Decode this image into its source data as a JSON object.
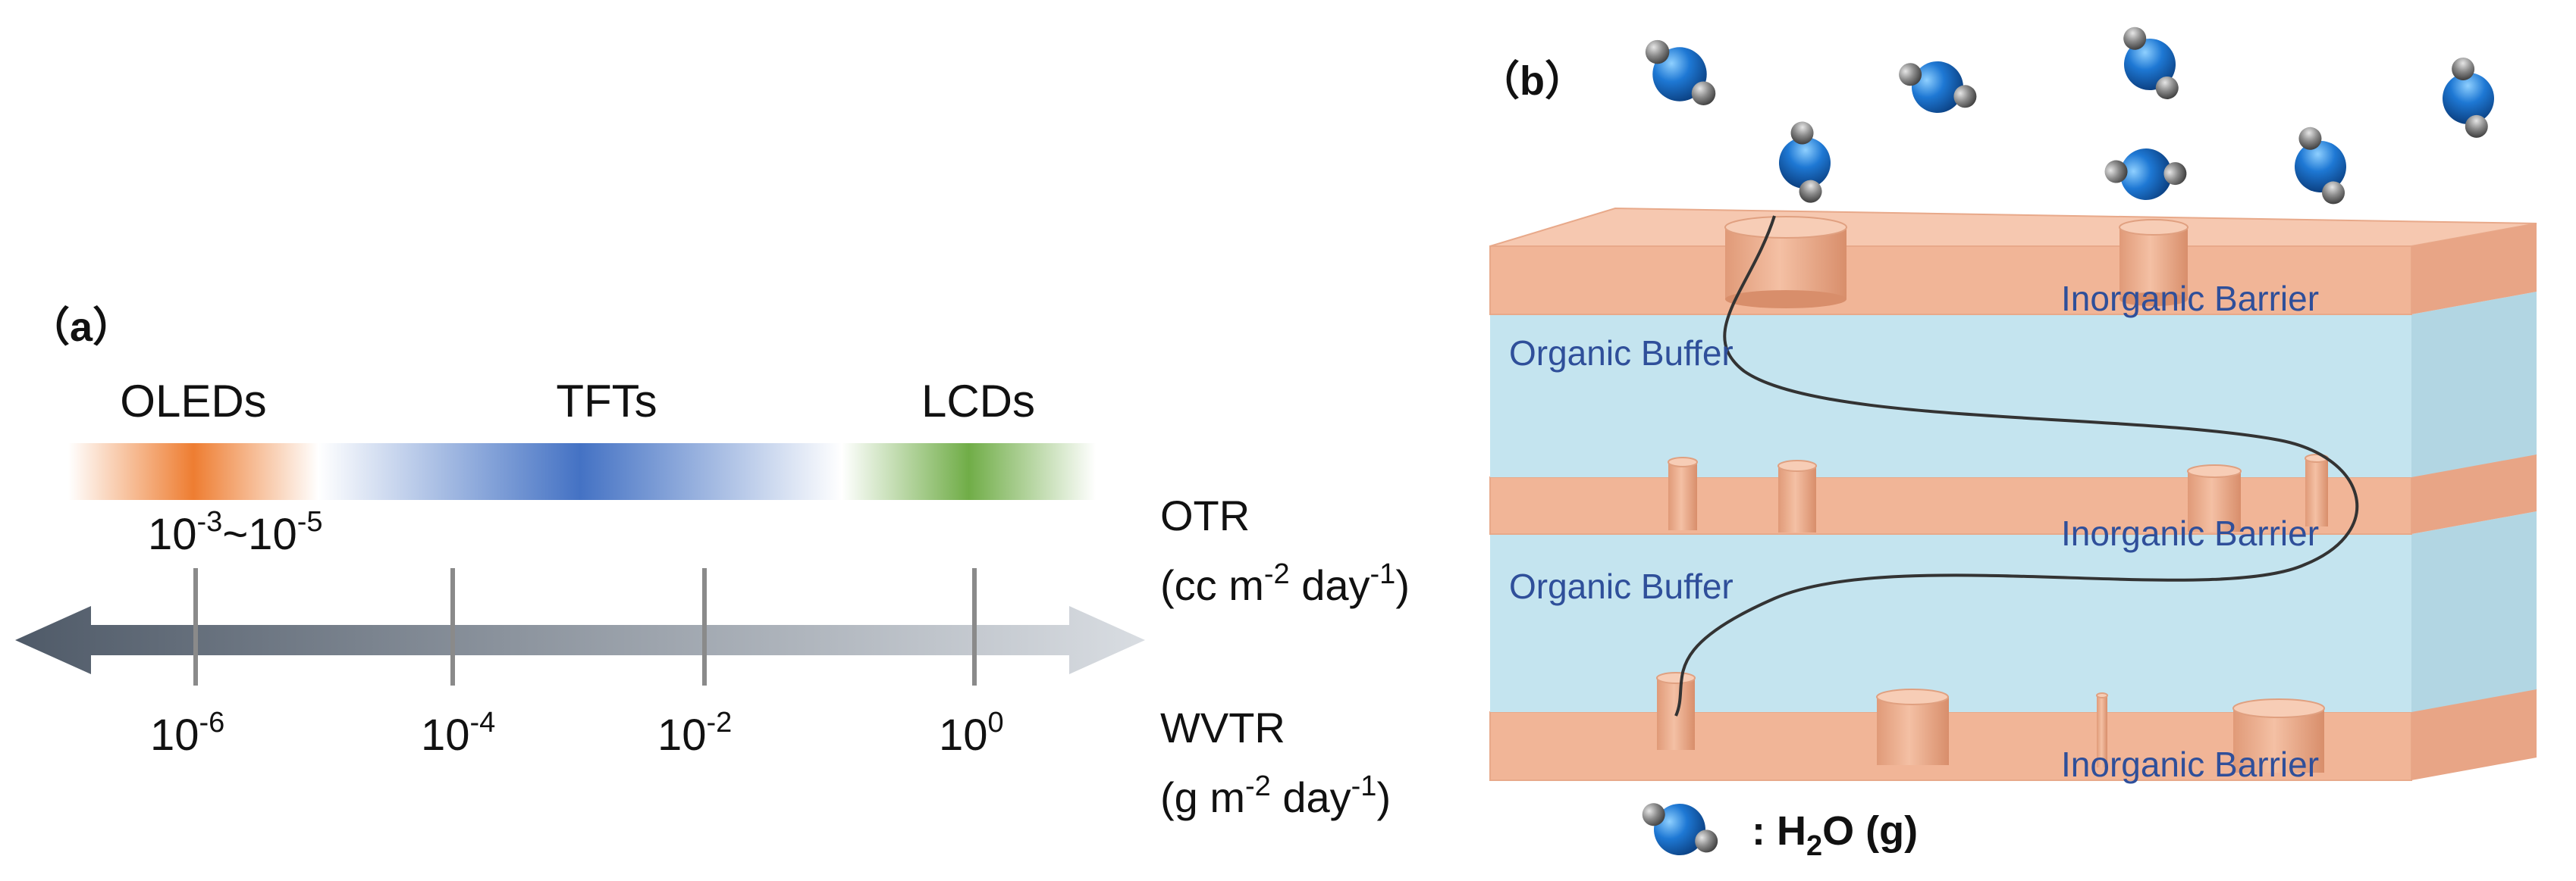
{
  "panel_a": {
    "label": "（a）",
    "categories": [
      {
        "name": "OLEDs",
        "color": "#ee7d31"
      },
      {
        "name": "TFTs",
        "color": "#4472c4"
      },
      {
        "name": "LCDs",
        "color": "#70ad47"
      }
    ],
    "oled_range": {
      "base": "10",
      "exp1": "-3",
      "sep": "~10",
      "exp2": "-5"
    },
    "ticks": [
      {
        "base": "10",
        "exp": "-6"
      },
      {
        "base": "10",
        "exp": "-4"
      },
      {
        "base": "10",
        "exp": "-2"
      },
      {
        "base": "10",
        "exp": "0"
      }
    ],
    "otr": {
      "name": "OTR",
      "u1": "(cc m",
      "e1": "-2",
      "u2": " day",
      "e2": "-1",
      "u3": ")"
    },
    "wvtr": {
      "name": "WVTR",
      "u1": "(g m",
      "e1": "-2",
      "u2": " day",
      "e2": "-1",
      "u3": ")"
    }
  },
  "panel_b": {
    "label": "（b）",
    "layers": {
      "inorganic": "Inorganic Barrier",
      "organic": "Organic Buffer"
    },
    "legend": {
      "prefix": ": H",
      "sub": "2",
      "suffix": "O (g)"
    }
  },
  "colors": {
    "inorganic": "#f1b597",
    "organic": "#c4e4ef",
    "molecule_o": "#1e78d4",
    "molecule_h": "#777777",
    "arrow": "#8893a0",
    "label_blue": "#2f4f9a"
  }
}
